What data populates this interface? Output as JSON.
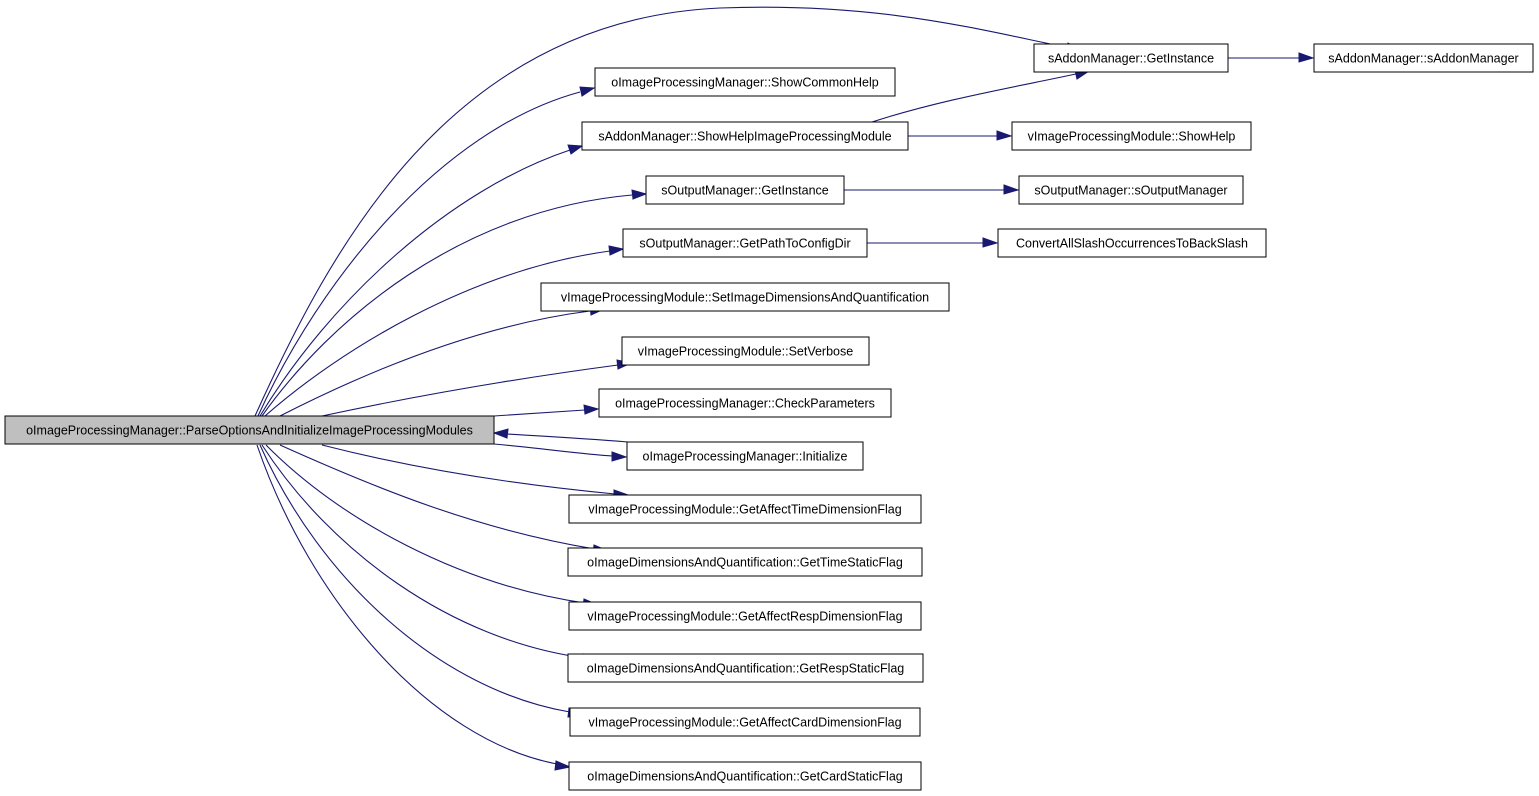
{
  "diagram": {
    "type": "call-graph",
    "colors": {
      "edge": "#191970",
      "root_fill": "#bfbfbf",
      "node_fill": "#ffffff",
      "node_border": "#000000"
    },
    "nodes": [
      {
        "id": "root",
        "label": "oImageProcessingManager::ParseOptionsAndInitializeImageProcessingModules",
        "highlighted": true
      },
      {
        "id": "n1",
        "label": "sAddonManager::GetInstance"
      },
      {
        "id": "n2",
        "label": "sAddonManager::sAddonManager"
      },
      {
        "id": "n3",
        "label": "oImageProcessingManager::ShowCommonHelp"
      },
      {
        "id": "n4",
        "label": "sAddonManager::ShowHelpImageProcessingModule"
      },
      {
        "id": "n5",
        "label": "vImageProcessingModule::ShowHelp"
      },
      {
        "id": "n6",
        "label": "sOutputManager::GetInstance"
      },
      {
        "id": "n7",
        "label": "sOutputManager::sOutputManager"
      },
      {
        "id": "n8",
        "label": "sOutputManager::GetPathToConfigDir"
      },
      {
        "id": "n9",
        "label": "ConvertAllSlashOccurrencesToBackSlash"
      },
      {
        "id": "n10",
        "label": "vImageProcessingModule::SetImageDimensionsAndQuantification"
      },
      {
        "id": "n11",
        "label": "vImageProcessingModule::SetVerbose"
      },
      {
        "id": "n12",
        "label": "oImageProcessingManager::CheckParameters"
      },
      {
        "id": "n13",
        "label": "oImageProcessingManager::Initialize"
      },
      {
        "id": "n14",
        "label": "vImageProcessingModule::GetAffectTimeDimensionFlag"
      },
      {
        "id": "n15",
        "label": "oImageDimensionsAndQuantification::GetTimeStaticFlag"
      },
      {
        "id": "n16",
        "label": "vImageProcessingModule::GetAffectRespDimensionFlag"
      },
      {
        "id": "n17",
        "label": "oImageDimensionsAndQuantification::GetRespStaticFlag"
      },
      {
        "id": "n18",
        "label": "vImageProcessingModule::GetAffectCardDimensionFlag"
      },
      {
        "id": "n19",
        "label": "oImageDimensionsAndQuantification::GetCardStaticFlag"
      }
    ],
    "edges": [
      {
        "from": "root",
        "to": "n1"
      },
      {
        "from": "root",
        "to": "n3"
      },
      {
        "from": "root",
        "to": "n4"
      },
      {
        "from": "root",
        "to": "n6"
      },
      {
        "from": "root",
        "to": "n8"
      },
      {
        "from": "root",
        "to": "n10"
      },
      {
        "from": "root",
        "to": "n11"
      },
      {
        "from": "root",
        "to": "n12"
      },
      {
        "from": "root",
        "to": "n13"
      },
      {
        "from": "n13",
        "to": "root"
      },
      {
        "from": "root",
        "to": "n14"
      },
      {
        "from": "root",
        "to": "n15"
      },
      {
        "from": "root",
        "to": "n16"
      },
      {
        "from": "root",
        "to": "n17"
      },
      {
        "from": "root",
        "to": "n18"
      },
      {
        "from": "root",
        "to": "n19"
      },
      {
        "from": "n1",
        "to": "n2"
      },
      {
        "from": "n4",
        "to": "n1"
      },
      {
        "from": "n4",
        "to": "n5"
      },
      {
        "from": "n6",
        "to": "n7"
      },
      {
        "from": "n8",
        "to": "n9"
      }
    ]
  }
}
